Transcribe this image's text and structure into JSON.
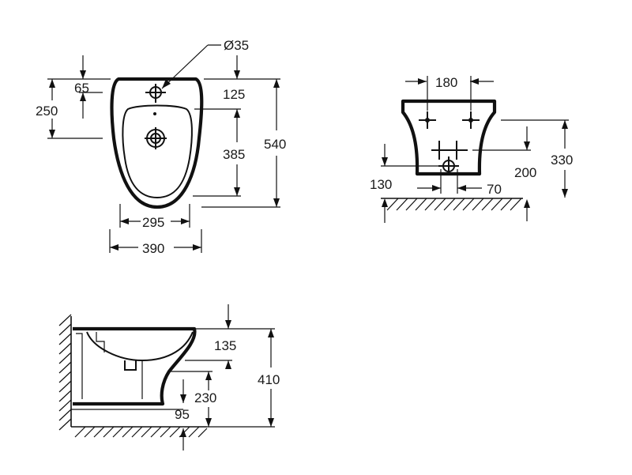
{
  "top_view": {
    "hole_diameter": "Ø35",
    "dim_65": "65",
    "dim_250": "250",
    "dim_125": "125",
    "dim_385": "385",
    "dim_540": "540",
    "dim_295": "295",
    "dim_390": "390"
  },
  "front_view": {
    "dim_180": "180",
    "dim_200": "200",
    "dim_330": "330",
    "dim_130": "130",
    "dim_70": "70"
  },
  "side_view": {
    "dim_135": "135",
    "dim_410": "410",
    "dim_230": "230",
    "dim_95": "95"
  }
}
